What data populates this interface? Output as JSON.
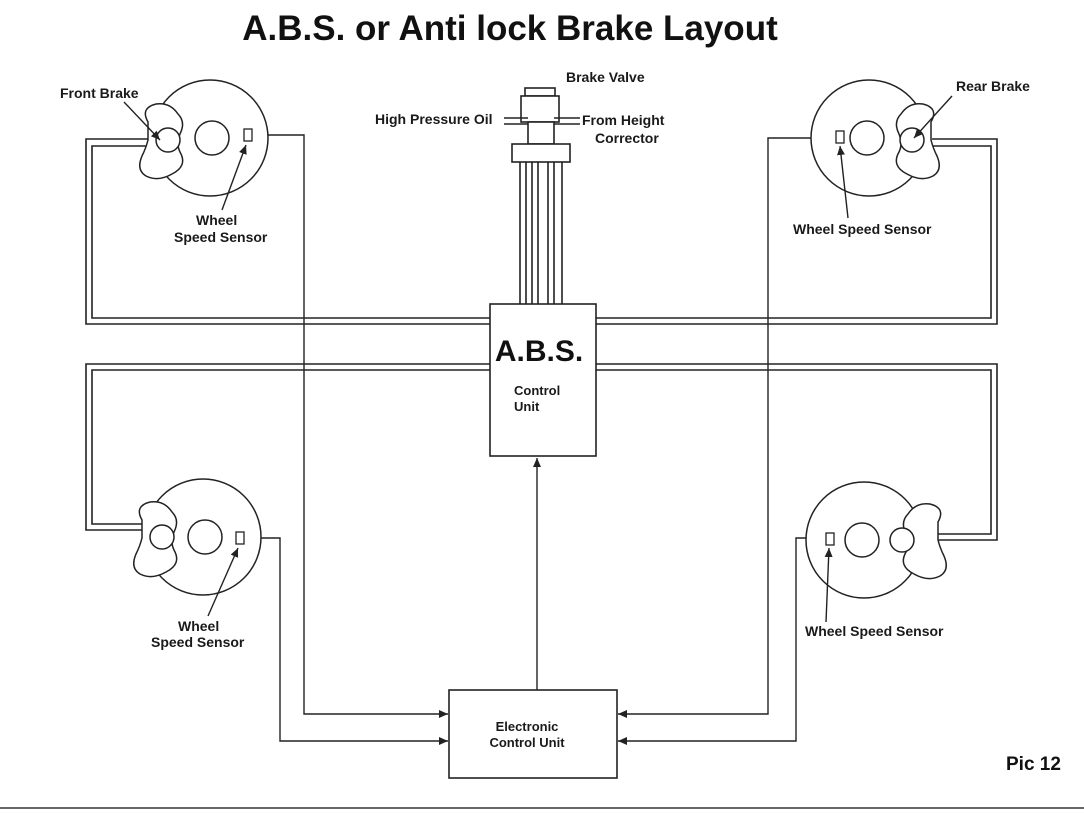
{
  "title": "A.B.S. or Anti lock Brake Layout",
  "labels": {
    "front_brake": "Front Brake",
    "rear_brake": "Rear Brake",
    "brake_valve": "Brake Valve",
    "high_pressure_oil": "High Pressure Oil",
    "from_height_line1": "From Height",
    "from_height_line2": "Corrector",
    "wheel": "Wheel",
    "speed_sensor": "Speed Sensor",
    "wheel_speed_sensor": "Wheel Speed Sensor",
    "abs": "A.B.S.",
    "control": "Control",
    "unit": "Unit",
    "electronic": "Electronic",
    "control_unit": "Control Unit",
    "pic": "Pic 12"
  }
}
